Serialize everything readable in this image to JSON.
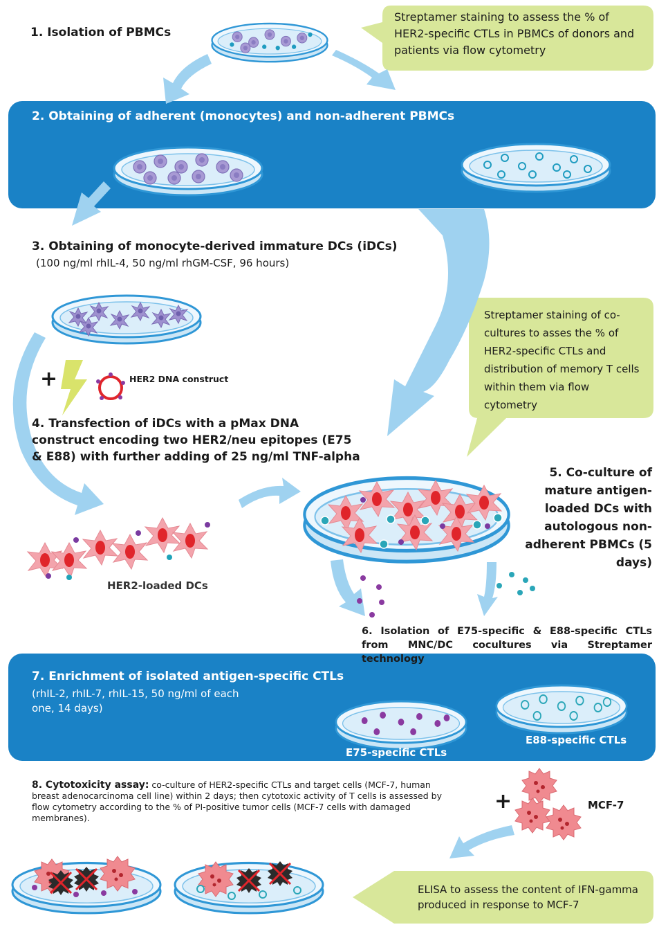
{
  "steps": {
    "s1": "1. Isolation of PBMCs",
    "s2": "2. Obtaining of adherent (monocytes) and non-adherent PBMCs",
    "s3_title": "3. Obtaining of monocyte-derived immature DCs (iDCs)",
    "s3_sub": "(100 ng/ml rhIL-4, 50 ng/ml rhGM-CSF, 96 hours)",
    "s4": "4. Transfection of iDCs with a pMax DNA construct encoding two HER2/neu epitopes (E75 & E88) with further adding of 25 ng/ml TNF-alpha",
    "s5": "5. Co-culture of mature antigen-loaded DCs with autologous non-adherent PBMCs (5 days)",
    "s6": "6. Isolation of E75-specific & E88-specific CTLs from MNC/DC cocultures via Streptamer technology",
    "s7_title": "7. Enrichment of isolated antigen-specific CTLs",
    "s7_sub": "(rhIL-2, rhIL-7, rhIL-15, 50 ng/ml of each one, 14 days)",
    "s8_bold": "8. Cytotoxicity assay:",
    "s8_text": " co-culture of HER2-specific CTLs and target cells (MCF-7, human breast adenocarcinoma cell line) within 2 days; then cytotoxic activity of T cells is assessed by flow cytometry according to the % of PI-positive tumor cells (MCF-7 cells with damaged membranes)."
  },
  "callouts": {
    "c1": "Streptamer staining to assess the % of HER2-specific CTLs in PBMCs of donors and patients via flow cytometry",
    "c2": "Streptamer staining of co-cultures to asses the % of HER2-specific CTLs and distribution of memory T cells within them via flow cytometry",
    "c3": "ELISA to assess the content of IFN-gamma produced in response to MCF-7"
  },
  "labels": {
    "plus1": "+",
    "her2_construct": "HER2 DNA construct",
    "her2_loaded": "HER2-loaded DCs",
    "e75": "E75-specific CTLs",
    "e88": "E88-specific CTLs",
    "plus2": "+",
    "mcf7": "MCF-7"
  },
  "colors": {
    "panel_blue": "#1a82c6",
    "callout_green": "#d8e79a",
    "arrow_light_blue": "#9fd2f0",
    "dish_blue": "#5fb3e2",
    "dc_pink": "#f0a0a8",
    "nucleus_red": "#e0252b",
    "monocyte_purple": "#9b8ec9",
    "lightning_yellow": "#d9e36b"
  }
}
